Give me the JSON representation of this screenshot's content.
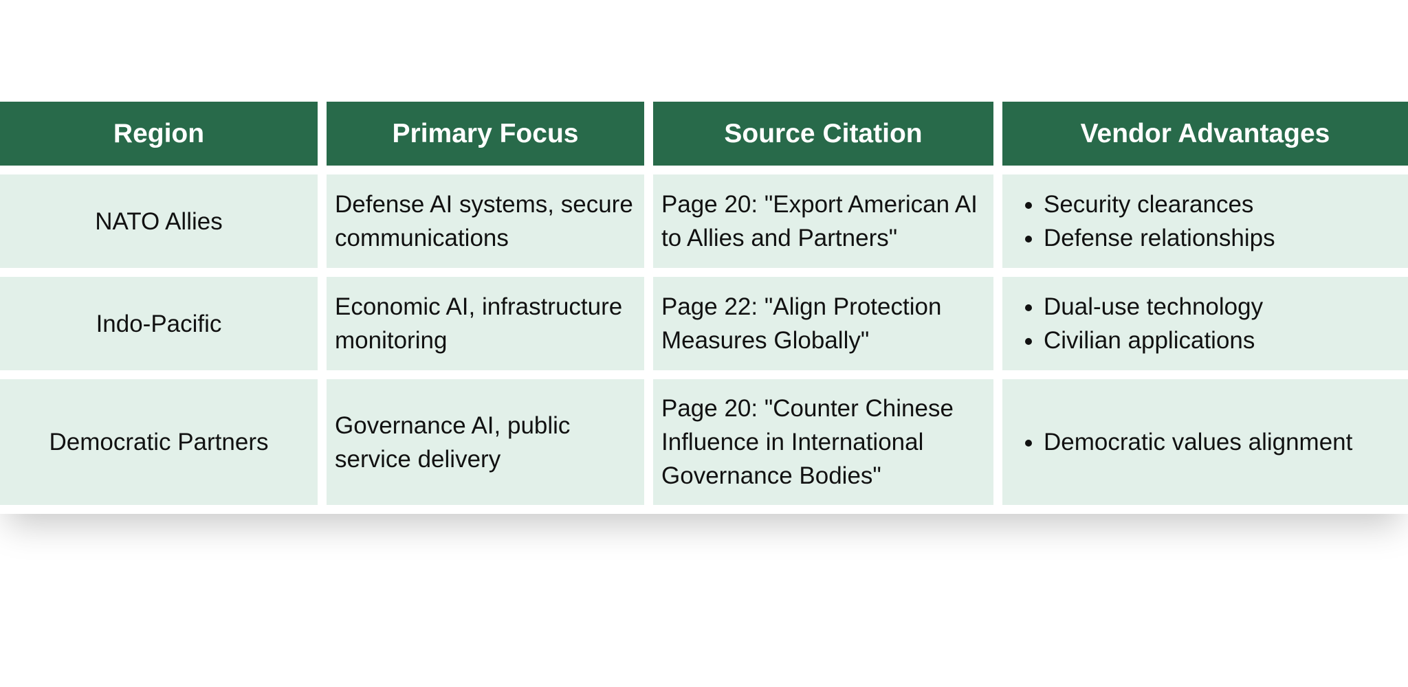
{
  "headers": [
    "Region",
    "Primary Focus",
    "Source Citation",
    "Vendor Advantages"
  ],
  "rows": [
    {
      "region": "NATO Allies",
      "focus": "Defense AI systems, secure communications",
      "citation": "Page 20: \"Export American AI to Allies and Partners\"",
      "advantages": [
        "Security clearances",
        "Defense relationships"
      ]
    },
    {
      "region": "Indo-Pacific",
      "focus": "Economic AI, infrastructure monitoring",
      "citation": "Page 22: \"Align Protection Measures Globally\"",
      "advantages": [
        "Dual-use technology",
        "Civilian applications"
      ]
    },
    {
      "region": "Democratic Partners",
      "focus": "Governance AI, public service delivery",
      "citation": "Page 20: \"Counter Chinese Influence in International Governance Bodies\"",
      "advantages": [
        "Democratic values alignment"
      ]
    }
  ],
  "colors": {
    "header_bg": "#286a4a",
    "cell_bg": "#e2f0e9"
  }
}
